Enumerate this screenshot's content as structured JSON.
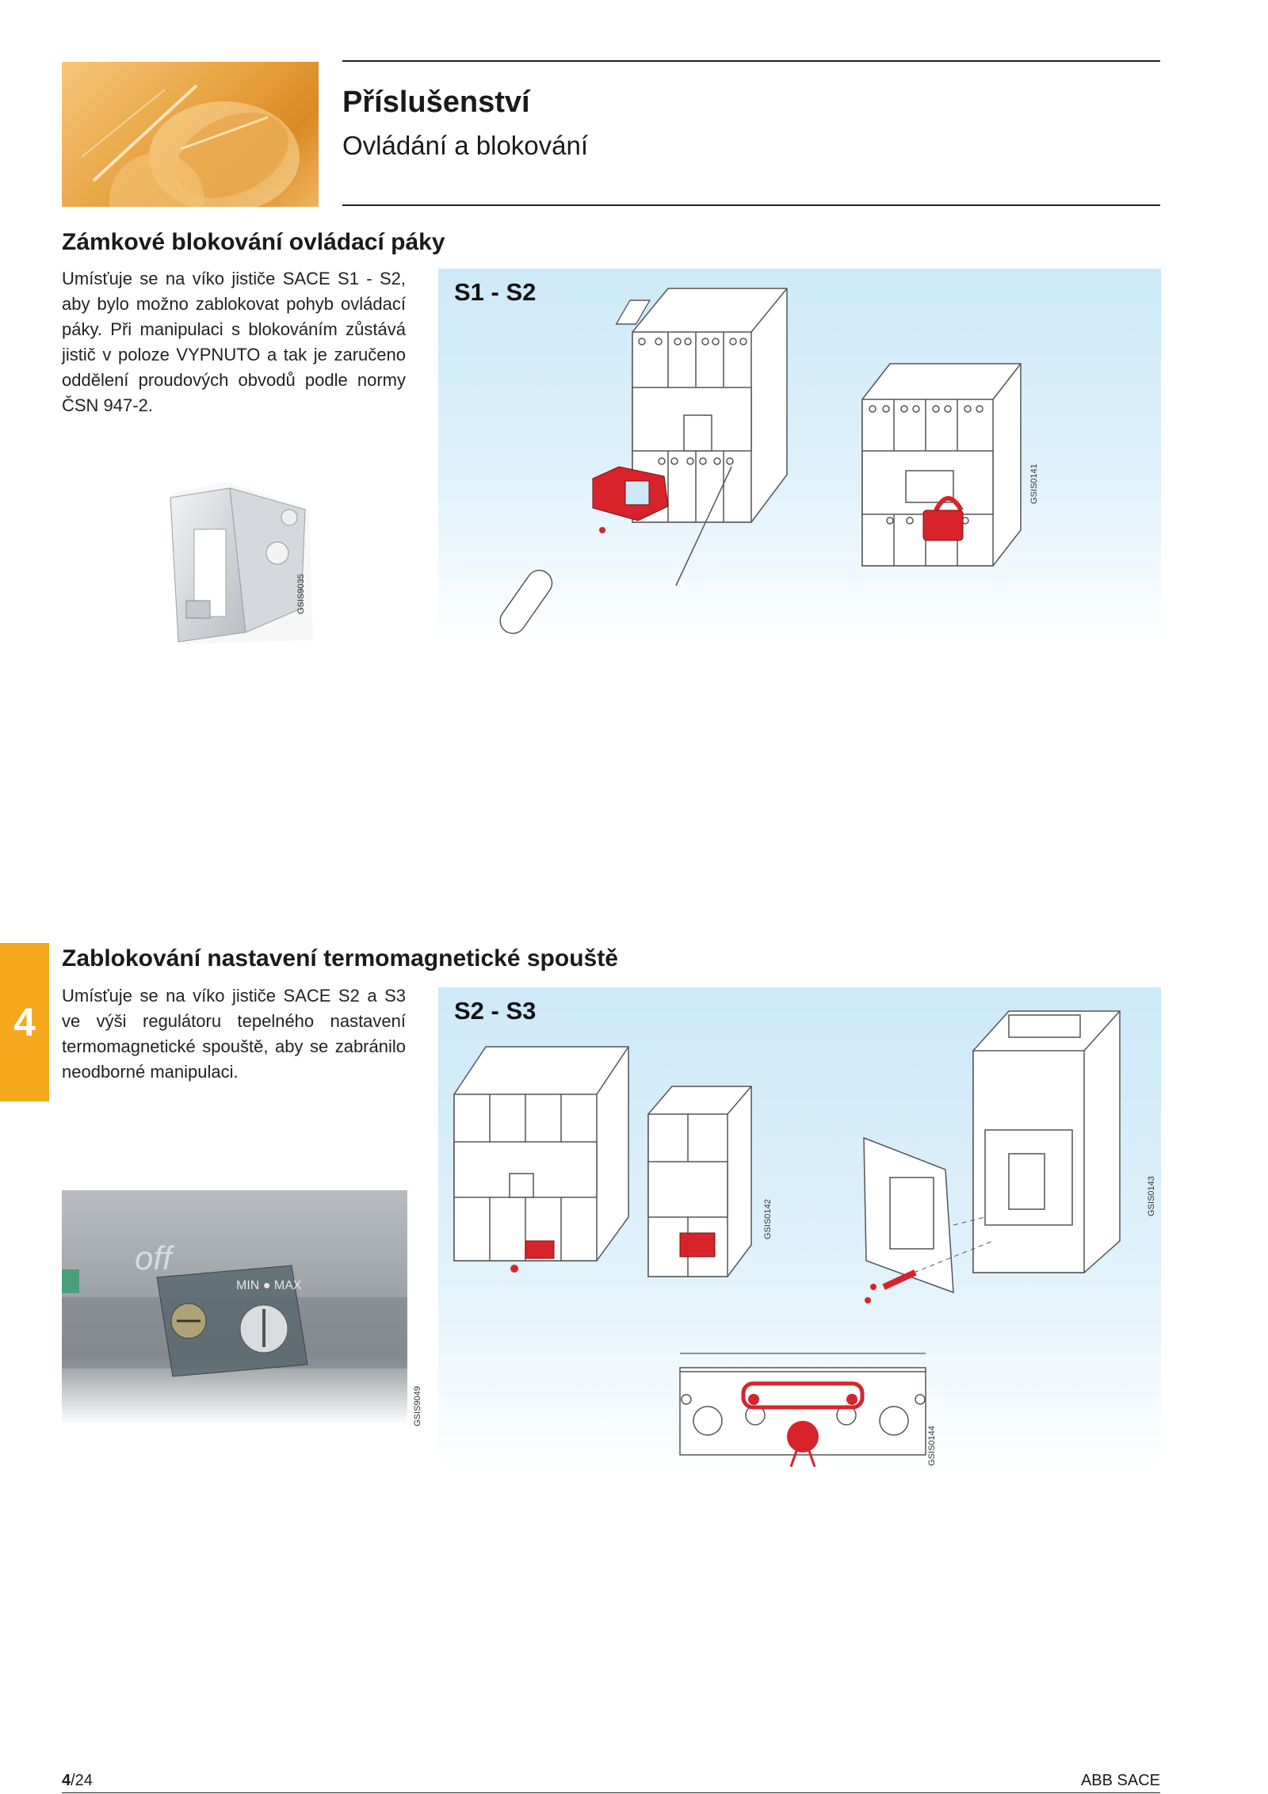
{
  "header": {
    "title": "Příslušenství",
    "subtitle": "Ovládání a blokování"
  },
  "sections": [
    {
      "title": "Zámkové blokování ovládací páky",
      "text": "Umísťuje se na víko jističe SACE S1 - S2, aby bylo možno zablokovat pohyb ovládací páky. Při manipulaci s blokováním zůstává jistič v poloze VYPNUTO a tak je zaručeno oddělení proudových obvodů podle normy ČSN 947-2.",
      "photo_code": "GSIS9035",
      "panel_title": "S1 - S2",
      "panel_codes": [
        "GSIS0141"
      ]
    },
    {
      "title": "Zablokování nastavení termomagnetické spouště",
      "text": "Umísťuje se na víko jističe SACE S2 a S3 ve výši regulátoru tepelného nastavení termomagnetické spouště, aby se zabránilo neodborné manipulaci.",
      "photo_code": "GSIS9049",
      "photo_label": "off",
      "panel_title": "S2 - S3",
      "panel_codes": [
        "GSIS0142",
        "GSIS0143",
        "GSIS0144"
      ]
    }
  ],
  "side_tab": "4",
  "footer": {
    "page_bold": "4",
    "page_rest": "/24",
    "company": "ABB SACE"
  },
  "colors": {
    "accent_orange": "#f6a81c",
    "panel_blue": "#cde9f9",
    "lock_red": "#d8232a"
  }
}
